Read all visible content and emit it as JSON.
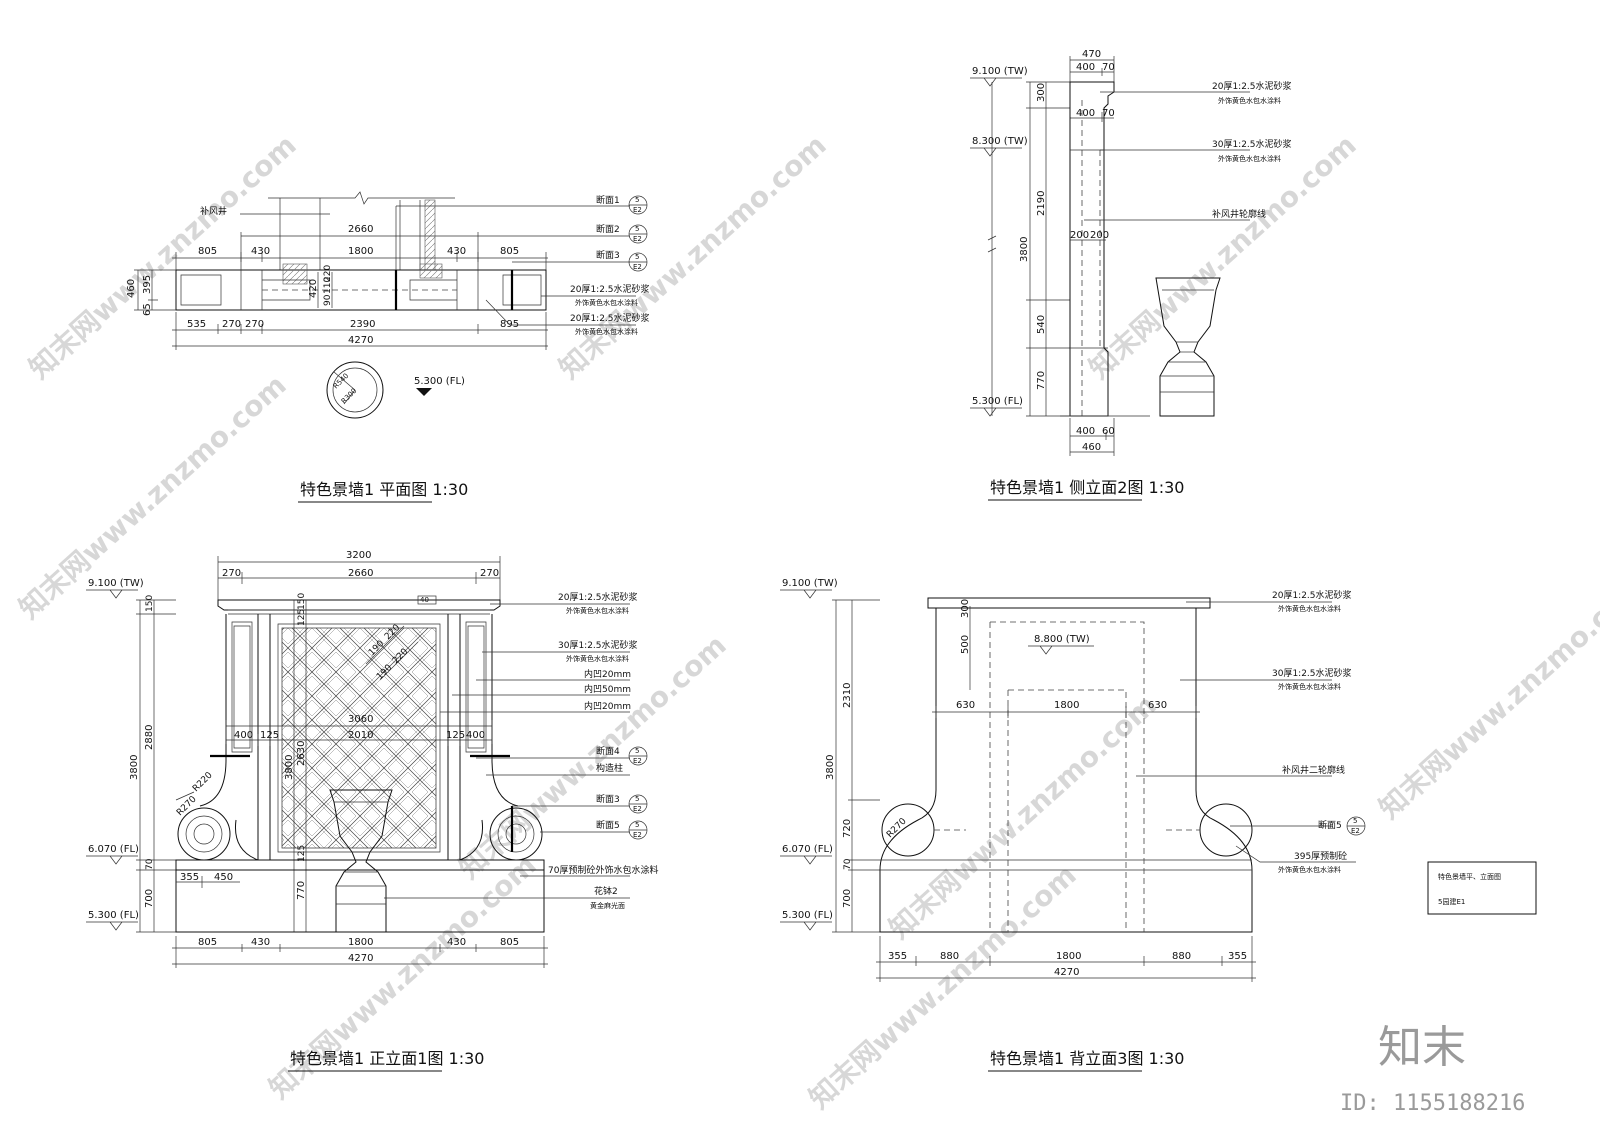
{
  "plan": {
    "title": "特色景墙1 平面图 1:30",
    "label_vent": "补风井",
    "dims_top": [
      "2660",
      "805",
      "430",
      "1800",
      "430",
      "805"
    ],
    "dims_bottom": [
      "535",
      "270",
      "270",
      "2390",
      "895",
      "4270"
    ],
    "dims_left": [
      "460",
      "395",
      "65"
    ],
    "dims_inner": [
      "420",
      "90",
      "110",
      "220"
    ],
    "sections": [
      {
        "name": "断面1",
        "num": "5",
        "sheet": "E2"
      },
      {
        "name": "断面2",
        "num": "5",
        "sheet": "E2"
      },
      {
        "name": "断面3",
        "num": "5",
        "sheet": "E2"
      }
    ],
    "notes": [
      {
        "l1": "20厚1:2.5水泥砂浆",
        "l2": "外饰黄色水包水涂料"
      },
      {
        "l1": "20厚1:2.5水泥砂浆",
        "l2": "外饰黄色水包水涂料"
      }
    ],
    "level": "5.300 (FL)",
    "circle_dims": [
      "R540",
      "R300"
    ]
  },
  "side": {
    "title": "特色景墙1 侧立面2图 1:30",
    "levels": [
      "9.100 (TW)",
      "8.300 (TW)",
      "5.300 (FL)"
    ],
    "dims_top": [
      "470",
      "400",
      "70",
      "400",
      "70"
    ],
    "dims_mid": [
      "200",
      "200"
    ],
    "dims_bottom": [
      "400",
      "60",
      "460"
    ],
    "dims_vert": [
      "300",
      "2190",
      "540",
      "770",
      "3800"
    ],
    "notes": [
      {
        "l1": "20厚1:2.5水泥砂浆",
        "l2": "外饰黄色水包水涂料"
      },
      {
        "l1": "30厚1:2.5水泥砂浆",
        "l2": "外饰黄色水包水涂料"
      },
      {
        "l1": "补风井轮廓线",
        "l2": ""
      }
    ]
  },
  "front": {
    "title": "特色景墙1 正立面1图 1:30",
    "levels": [
      "9.100 (TW)",
      "6.070 (FL)",
      "5.300 (FL)"
    ],
    "dims_top": [
      "3200",
      "270",
      "2660",
      "270"
    ],
    "dims_mid": [
      "3060",
      "400",
      "125",
      "2010",
      "125",
      "400"
    ],
    "dims_bottom": [
      "805",
      "430",
      "1800",
      "430",
      "805",
      "4270"
    ],
    "dims_base": [
      "355",
      "450"
    ],
    "dims_vert": [
      "150",
      "2880",
      "3800",
      "70",
      "700"
    ],
    "dims_inner_vert": [
      "125",
      "150",
      "2630",
      "3800",
      "125",
      "770"
    ],
    "dims_lattice": [
      "190",
      "220",
      "190",
      "220"
    ],
    "radius": "R220",
    "radius2": "R270",
    "badge": "40",
    "notes": [
      {
        "l1": "20厚1:2.5水泥砂浆",
        "l2": "外饰黄色水包水涂料"
      },
      {
        "l1": "30厚1:2.5水泥砂浆",
        "l2": "外饰黄色水包水涂料"
      },
      {
        "l1": "内凹20mm",
        "l2": ""
      },
      {
        "l1": "内凹50mm",
        "l2": ""
      },
      {
        "l1": "内凹20mm",
        "l2": ""
      },
      {
        "l1": "70厚预制砼外饰水包水涂料",
        "l2": ""
      },
      {
        "l1": "花钵2",
        "l2": "黄金麻光面"
      }
    ],
    "sections": [
      {
        "name": "断面4",
        "num": "5",
        "sheet": "E2",
        "sub": "构造柱"
      },
      {
        "name": "断面3",
        "num": "5",
        "sheet": "E2",
        "sub": ""
      },
      {
        "name": "断面5",
        "num": "5",
        "sheet": "E2",
        "sub": ""
      }
    ]
  },
  "back": {
    "title": "特色景墙1 背立面3图 1:30",
    "levels": [
      "9.100 (TW)",
      "6.070 (FL)",
      "5.300 (FL)"
    ],
    "inner_level": "8.800 (TW)",
    "dims_inner": [
      "300",
      "500",
      "630",
      "1800",
      "630"
    ],
    "dims_vert": [
      "2310",
      "3800",
      "720",
      "70",
      "700"
    ],
    "dims_bottom": [
      "355",
      "880",
      "1800",
      "880",
      "355",
      "4270"
    ],
    "radius": "R270",
    "notes": [
      {
        "l1": "20厚1:2.5水泥砂浆",
        "l2": "外饰黄色水包水涂料"
      },
      {
        "l1": "30厚1:2.5水泥砂浆",
        "l2": "外饰黄色水包水涂料"
      },
      {
        "l1": "补风井二轮廓线",
        "l2": ""
      },
      {
        "l1": "395厚预制砼",
        "l2": "外饰黄色水包水涂料"
      }
    ],
    "section": {
      "name": "断面5",
      "num": "5",
      "sheet": "E2"
    }
  },
  "legend_box": {
    "line1": "特色景墙平、立面图",
    "line2": "5园建E1"
  },
  "watermark": {
    "text": "知末网www.znzmo.com",
    "brand": "知末",
    "id": "ID: 1155188216"
  }
}
